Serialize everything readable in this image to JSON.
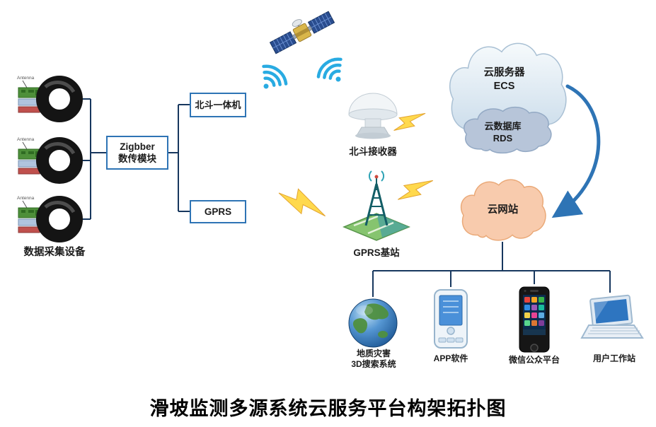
{
  "title": "滑坡监测多源系统云服务平台构架拓扑图",
  "colors": {
    "connector": "#17375e",
    "box_border": "#2e74b5",
    "lightning": "#ffd94d",
    "cloud_site": "#f8cbad",
    "wifi": "#29abe2"
  },
  "left": {
    "sensors_label": "数据采集设备",
    "antenna_label": "Antenna",
    "zigbee": {
      "line1": "Zigbber",
      "line2": "数传模块"
    }
  },
  "middle": {
    "beidou_unit": "北斗一体机",
    "gprs": "GPRS",
    "beidou_receiver": "北斗接收器",
    "gprs_station": "GPRS基站"
  },
  "cloud": {
    "server_line1": "云服务器",
    "server_line2": "ECS",
    "db_line1": "云数据库",
    "db_line2": "RDS",
    "site": "云网站"
  },
  "endpoints": [
    {
      "line1": "地质灾害",
      "line2": "3D搜索系统"
    },
    {
      "line1": "APP软件"
    },
    {
      "line1": "微信公众平台"
    },
    {
      "line1": "用户工作站"
    }
  ]
}
